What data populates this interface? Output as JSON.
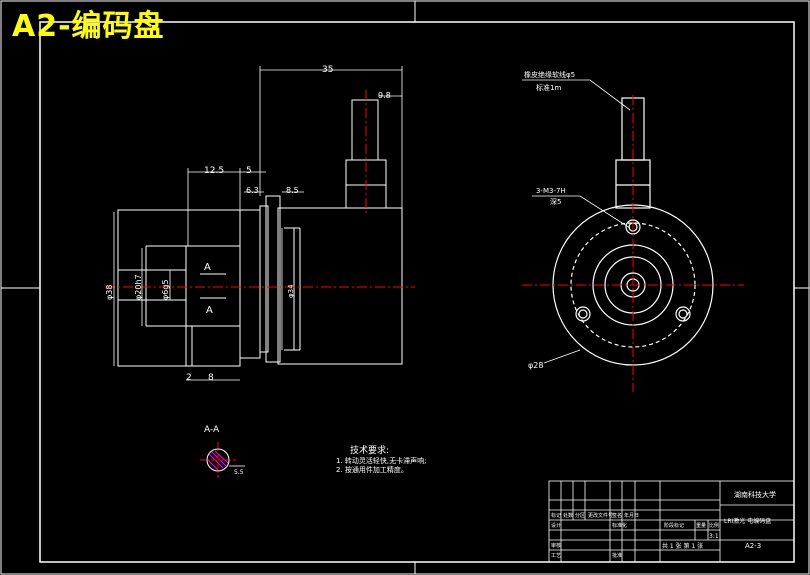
{
  "drawing": {
    "title": "A2-编码盘",
    "dims": {
      "d35": "35",
      "d9_8": "9.8",
      "d12_5": "12.5",
      "d5": "5",
      "d6_3": "6.3",
      "d8_5": "8.5",
      "d38": "φ38",
      "d20h7": "φ20h7",
      "d6g5": "φ6g5",
      "d34": "φ34",
      "d2": "2",
      "d8": "8",
      "d28": "φ28",
      "section_dim": "5.5"
    },
    "section_marks": {
      "top": "A",
      "bottom": "A",
      "view_label": "A-A"
    },
    "annotations": {
      "cable_note_1": "橡皮绝缘软线φ5",
      "cable_note_2": "标准1m",
      "thread_note_1": "3-M3-7H",
      "thread_note_2": "深5"
    },
    "tech_requirements": {
      "heading": "技术要求:",
      "items": [
        "1. 转动灵活轻快,无卡滞声响;",
        "2. 按通用件加工精度。"
      ]
    },
    "title_block": {
      "school": "湖南科技大学",
      "part_name": "LRI激光 电编码盘",
      "drawing_no": "A2-3",
      "scale": "3:1",
      "sheet_info": "共 1 张 第 1 张",
      "headers": [
        "标记",
        "处数",
        "分区",
        "更改文件号",
        "签名",
        "年月日"
      ],
      "row_labels": [
        "设计",
        "审核",
        "工艺"
      ],
      "stage_label": "阶段标记",
      "weight_label": "重量",
      "ratio_label": "比例",
      "std_label": "标准化",
      "approve_label": "批准"
    }
  }
}
